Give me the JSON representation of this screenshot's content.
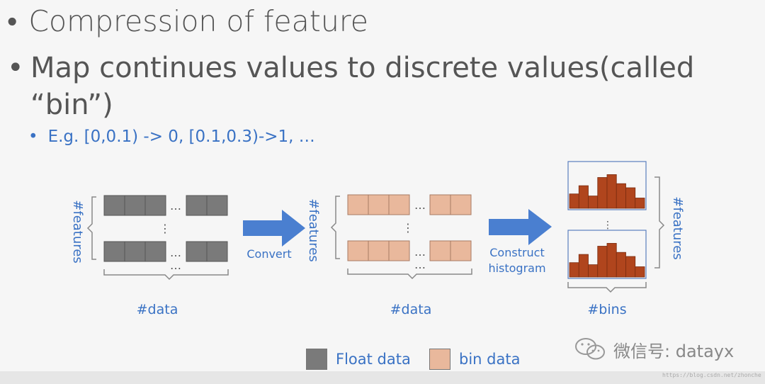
{
  "bullets": [
    {
      "text": "Compression of feature"
    },
    {
      "text": "Map continues values to discrete values(called “bin”)"
    }
  ],
  "sub_bullet": {
    "text": "E.g. [0,0.1) -> 0, [0.1,0.3)->1, …"
  },
  "diagram": {
    "features_label": "#features",
    "data_label": "#data",
    "bins_label": "#bins",
    "ellipsis": "…",
    "vdots": "⋮",
    "convert_label": "Convert",
    "construct_label_1": "Construct",
    "construct_label_2": "histogram"
  },
  "legend": {
    "float_label": "Float data",
    "bin_label": "bin data"
  },
  "watermark": {
    "wechat": "微信号: datayx",
    "url": "https://blog.csdn.net/zhonche"
  },
  "colors": {
    "float": "#7a7a7a",
    "bin": "#e9b89c",
    "arrow": "#4a7fd0",
    "hist": "#b0451d",
    "label": "#3a72c4"
  },
  "histogram": {
    "bar_values": [
      0.35,
      0.55,
      0.3,
      0.75,
      0.82,
      0.6,
      0.5,
      0.25
    ]
  }
}
